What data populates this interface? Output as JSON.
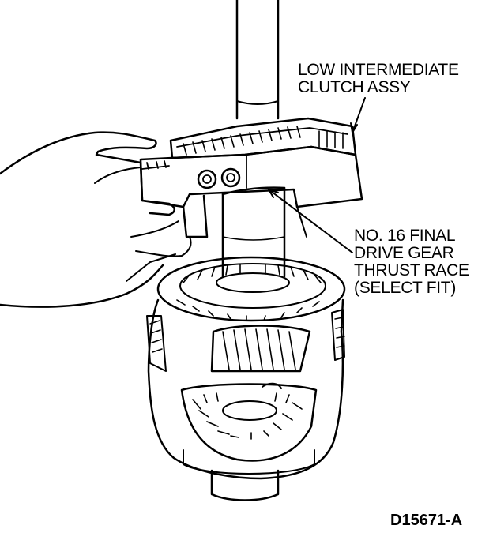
{
  "labels": {
    "clutch": [
      "LOW INTERMEDIATE",
      "CLUTCH ASSY"
    ],
    "race": [
      "NO. 16 FINAL",
      "DRIVE GEAR",
      "THRUST RACE",
      "(SELECT FIT)"
    ]
  },
  "figure_id": "D15671-A",
  "colors": {
    "ink": "#000000",
    "paper": "#ffffff"
  }
}
